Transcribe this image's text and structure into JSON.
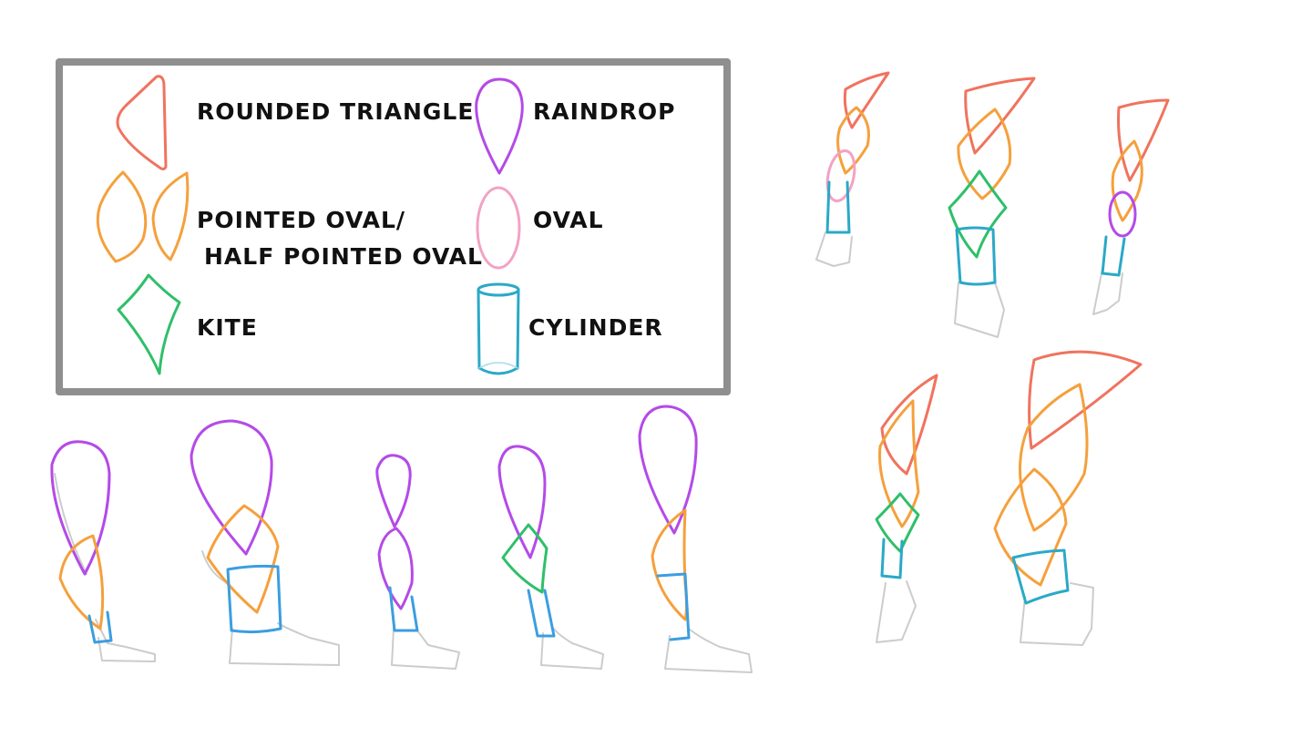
{
  "legend": {
    "rounded_triangle": "ROUNDED TRIANGLE",
    "raindrop": "RAINDROP",
    "pointed_oval_line1": "POINTED OVAL/",
    "pointed_oval_line2": "HALF POINTED OVAL",
    "oval": "OVAL",
    "kite": "KITE",
    "cylinder": "CYLINDER"
  },
  "colors": {
    "triangle": "#f0735e",
    "pointed_oval": "#f5a03c",
    "kite": "#2fbf6a",
    "raindrop": "#b44ae8",
    "oval": "#f3a2c4",
    "cylinder": "#2aa9c7",
    "leg_cylinder": "#3b9ee0",
    "sketch": "#cccccc",
    "frame": "#8f8f8f"
  }
}
